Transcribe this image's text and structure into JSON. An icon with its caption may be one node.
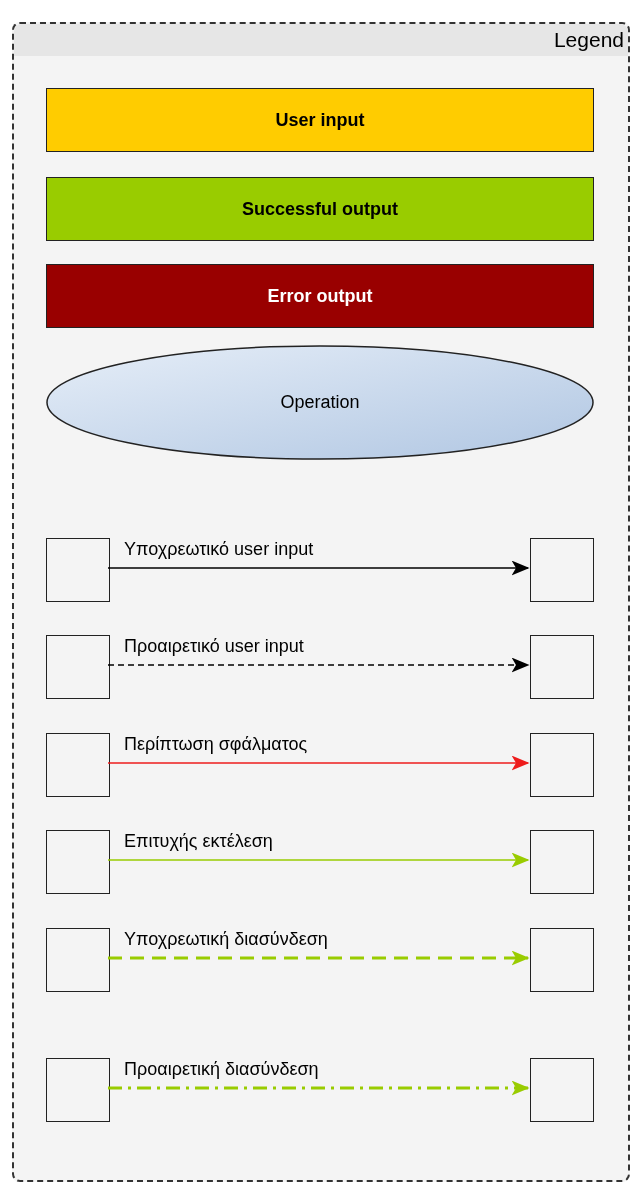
{
  "diagram": {
    "nodes": [
      {
        "text": [
          "Legend"
        ]
      },
      {
        "text": [
          "User input"
        ],
        "in": 0
      },
      {
        "text": [
          "Successful output"
        ],
        "in": 0
      },
      {
        "text": [
          "Error output"
        ],
        "in": 0
      },
      {
        "text": [
          "Operation"
        ],
        "in": 0
      },
      {
        "text": [],
        "shape": "box",
        "in": 0
      },
      {
        "text": [],
        "shape": "box",
        "in": 0
      },
      {
        "text": [],
        "shape": "box",
        "in": 0
      },
      {
        "text": [],
        "shape": "box",
        "in": 0
      },
      {
        "text": [],
        "shape": "box",
        "in": 0
      },
      {
        "text": [],
        "shape": "box",
        "in": 0
      },
      {
        "text": [],
        "shape": "box",
        "in": 0
      },
      {
        "text": [],
        "shape": "box",
        "in": 0
      },
      {
        "text": [],
        "shape": "box",
        "in": 0
      },
      {
        "text": [],
        "shape": "box",
        "in": 0
      },
      {
        "text": [],
        "shape": "box",
        "in": 0
      },
      {
        "text": [],
        "shape": "box",
        "in": 0
      }
    ],
    "edges": [
      {
        "from": 5,
        "to": 6,
        "arrow": "to",
        "label": "Υποχρεωτικό user input",
        "color": "#000000"
      },
      {
        "from": 7,
        "to": 8,
        "arrow": "to",
        "label": "Προαιρετικό user input",
        "style": "dashed",
        "color": "#000000"
      },
      {
        "from": 9,
        "to": 10,
        "arrow": "to",
        "label": "Περίπτωση σφάλματος",
        "color": "#ee1c1c"
      },
      {
        "from": 11,
        "to": 12,
        "arrow": "to",
        "label": "Επιτυχής εκτέλεση",
        "color": "#99cc00"
      },
      {
        "from": 13,
        "to": 14,
        "arrow": "to",
        "label": "Υποχρεωτική διασύνδεση",
        "style": "dashed",
        "color": "#99cc00"
      },
      {
        "from": 15,
        "to": 16,
        "arrow": "to",
        "label": "Προαιρετική διασύνδεση",
        "style": "dashed",
        "color": "#99cc00"
      }
    ]
  }
}
